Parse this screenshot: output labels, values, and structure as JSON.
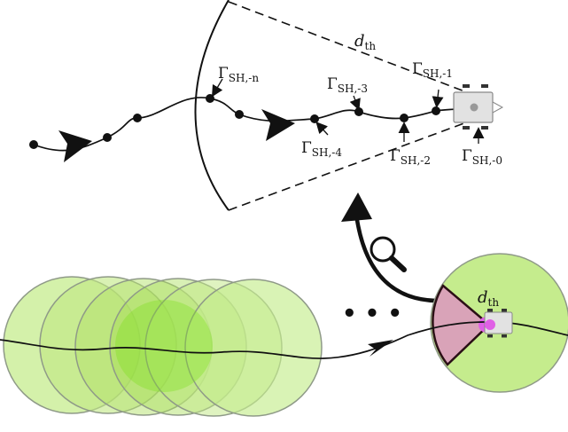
{
  "colors": {
    "circle_fill": "#c5ec8d",
    "circle_stroke": "#8f9a88",
    "inner_green": "#7bdf1b",
    "sector_fill": "#d9a3b8",
    "sector_stroke": "#2b0f16",
    "robot_accent": "#e060e6",
    "line": "#111111"
  },
  "icons": {
    "zoom": "magnifier-icon",
    "robot": "robot-icon"
  },
  "zoom_view": {
    "distance_label": {
      "base": "d",
      "sub": "th"
    },
    "history_labels": [
      {
        "base": "Γ",
        "sub": "SH,-n"
      },
      {
        "base": "Γ",
        "sub": "SH,-3"
      },
      {
        "base": "Γ",
        "sub": "SH,-1"
      },
      {
        "base": "Γ",
        "sub": "SH,-4"
      },
      {
        "base": "Γ",
        "sub": "SH,-2"
      },
      {
        "base": "Γ",
        "sub": "SH,-0"
      }
    ]
  },
  "overview": {
    "ellipsis": "• • •",
    "distance_label": {
      "base": "d",
      "sub": "th"
    }
  }
}
